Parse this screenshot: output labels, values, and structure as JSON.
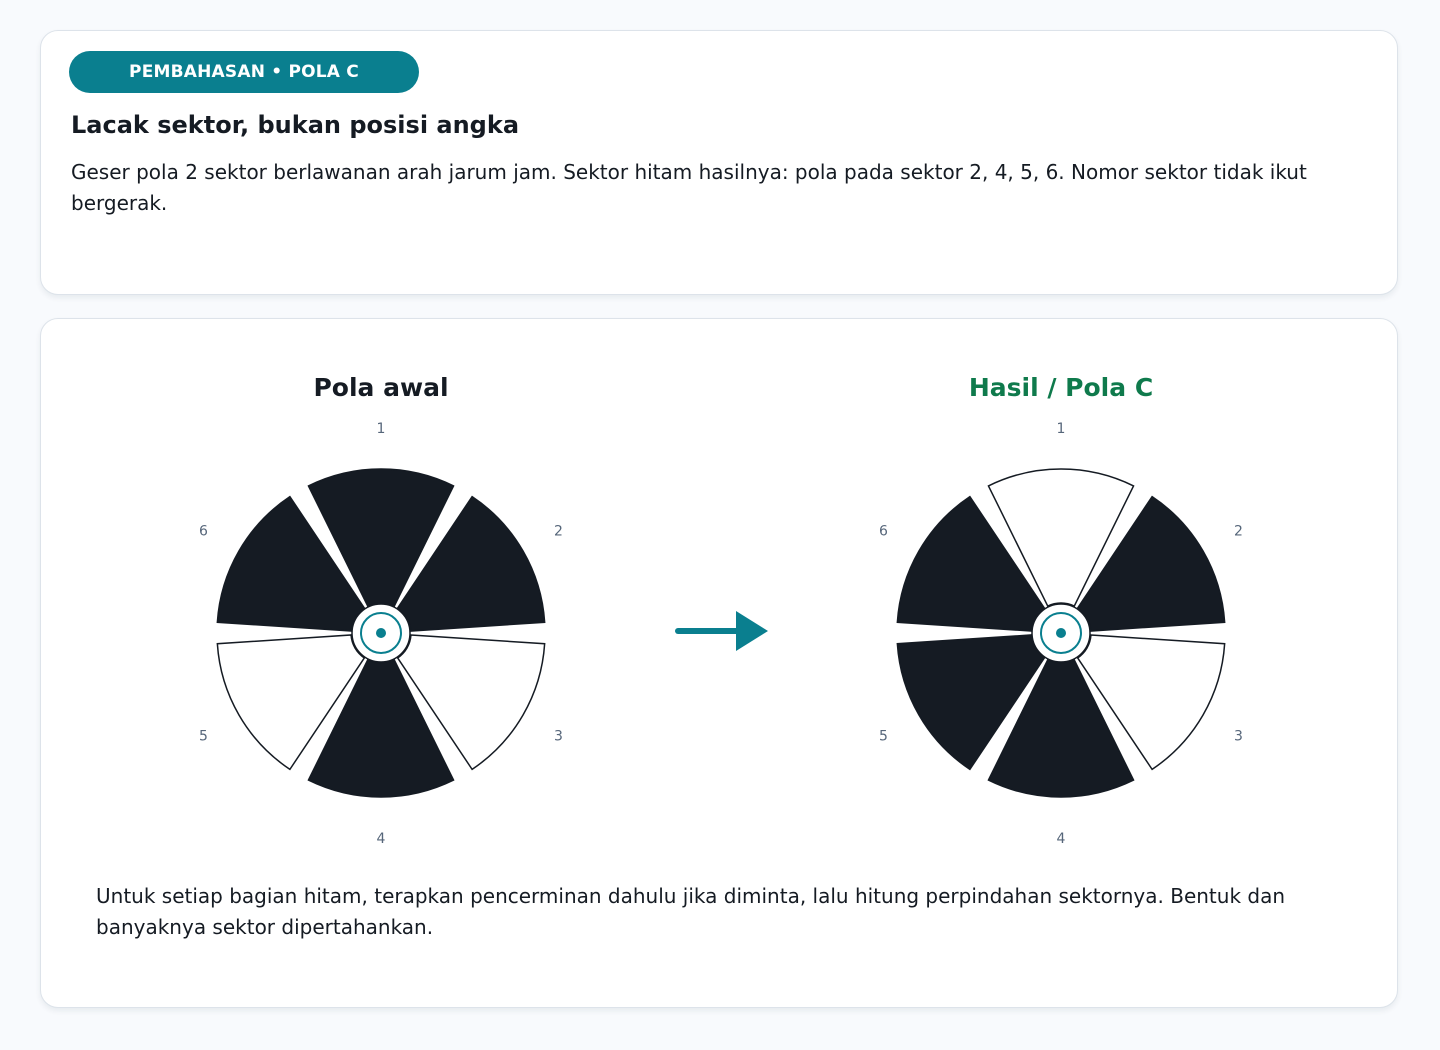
{
  "colors": {
    "accent": "#0a7f8f",
    "success": "#0f7a4c",
    "filled": "#151b23",
    "empty": "#ffffff",
    "text": "#151b23",
    "label": "#56667a"
  },
  "header": {
    "badge": "PEMBAHASAN • POLA C",
    "title": "Lacak sektor, bukan posisi angka",
    "description": "Geser pola 2 sektor berlawanan arah jarum jam. Sektor hitam hasilnya: pola pada sektor 2, 4, 5, 6. Nomor sektor tidak ikut bergerak."
  },
  "chart_data": [
    {
      "type": "diagram",
      "title": "Pola awal",
      "sector_labels": [
        "1",
        "2",
        "3",
        "4",
        "5",
        "6"
      ],
      "filled_sectors": [
        1,
        2,
        4,
        6
      ]
    },
    {
      "type": "diagram",
      "title": "Hasil / Pola C",
      "sector_labels": [
        "1",
        "2",
        "3",
        "4",
        "5",
        "6"
      ],
      "filled_sectors": [
        2,
        4,
        5,
        6
      ]
    }
  ],
  "arrow_icon": "arrow-right-icon",
  "center_icon": "center-dot-icon",
  "footnote": "Untuk setiap bagian hitam, terapkan pencerminan dahulu jika diminta, lalu hitung perpindahan sektornya. Bentuk dan banyaknya sektor dipertahankan."
}
